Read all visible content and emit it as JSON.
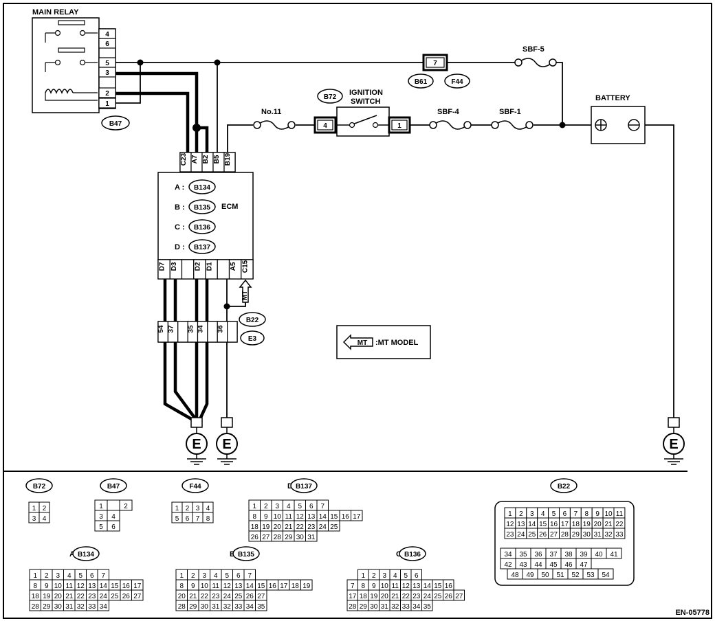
{
  "diagram_id": "EN-05778",
  "main_relay": {
    "title": "MAIN RELAY",
    "pins": [
      "4",
      "6",
      "5",
      "3",
      "2",
      "1"
    ],
    "connector": "B47"
  },
  "ecm": {
    "title": "ECM",
    "top_pins": [
      "C23",
      "A7",
      "B2",
      "B5",
      "B19"
    ],
    "bottom_pins": [
      "D7",
      "D3",
      "",
      "D2",
      "D1",
      "",
      "A5",
      "C15"
    ],
    "connectors": [
      {
        "letter": "A :",
        "name": "B134"
      },
      {
        "letter": "B :",
        "name": "B135"
      },
      {
        "letter": "C :",
        "name": "B136"
      },
      {
        "letter": "D :",
        "name": "B137"
      }
    ]
  },
  "ignition": {
    "label_ref": "B72",
    "label_line1": "IGNITION",
    "label_line2": "SWITCH",
    "left_pin": "4",
    "right_pin": "1"
  },
  "fuses": {
    "no11": "No.11",
    "sbf4": "SBF-4",
    "sbf1": "SBF-1",
    "sbf5": "SBF-5"
  },
  "top_connector": {
    "pin": "7",
    "refs": [
      "B61",
      "F44"
    ]
  },
  "battery": {
    "title": "BATTERY",
    "plus": "+",
    "minus": "−"
  },
  "mt": {
    "tag": "MT",
    "model_text": ":MT MODEL"
  },
  "b22_e3": {
    "top_ref": "B22",
    "bottom_ref": "E3",
    "pins": [
      "54",
      "37",
      "",
      "35",
      "34",
      "",
      "36",
      ""
    ]
  },
  "ground_symbol": "E",
  "connector_views": {
    "b72": {
      "name": "B72",
      "rows": [
        [
          "1",
          "2"
        ],
        [
          "3",
          "4"
        ]
      ]
    },
    "b47": {
      "name": "B47",
      "rows": [
        [
          "1",
          "",
          "2"
        ],
        [
          "3",
          "4"
        ],
        [
          "5",
          "6"
        ]
      ]
    },
    "f44": {
      "name": "F44",
      "rows": [
        [
          "1",
          "2",
          "3",
          "4"
        ],
        [
          "5",
          "6",
          "7",
          "8"
        ]
      ]
    },
    "d_b137": {
      "letter": "D :",
      "name": "B137",
      "rows": [
        [
          "1",
          "2",
          "3",
          "4",
          "5",
          "6",
          "7"
        ],
        [
          "8",
          "9",
          "10",
          "11",
          "12",
          "13",
          "14",
          "15",
          "16",
          "17"
        ],
        [
          "18",
          "19",
          "20",
          "21",
          "22",
          "23",
          "24",
          "25"
        ],
        [
          "26",
          "27",
          "28",
          "29",
          "30",
          "31"
        ]
      ]
    },
    "a_b134": {
      "letter": "A :",
      "name": "B134",
      "rows": [
        [
          "1",
          "2",
          "3",
          "4",
          "5",
          "6",
          "7"
        ],
        [
          "8",
          "9",
          "10",
          "11",
          "12",
          "13",
          "14",
          "15",
          "16",
          "17"
        ],
        [
          "18",
          "19",
          "20",
          "21",
          "22",
          "23",
          "24",
          "25",
          "26",
          "27"
        ],
        [
          "28",
          "29",
          "30",
          "31",
          "32",
          "33",
          "34"
        ]
      ]
    },
    "b_b135": {
      "letter": "B :",
      "name": "B135",
      "rows": [
        [
          "1",
          "2",
          "3",
          "4",
          "5",
          "6",
          "7"
        ],
        [
          "8",
          "9",
          "10",
          "11",
          "12",
          "13",
          "14",
          "15",
          "16",
          "17",
          "18",
          "19"
        ],
        [
          "20",
          "21",
          "22",
          "23",
          "24",
          "25",
          "26",
          "27"
        ],
        [
          "28",
          "29",
          "30",
          "31",
          "32",
          "33",
          "34",
          "35"
        ]
      ]
    },
    "c_b136": {
      "letter": "C :",
      "name": "B136",
      "rows": [
        [
          "1",
          "2",
          "3",
          "4",
          "5",
          "6"
        ],
        [
          "7",
          "8",
          "9",
          "10",
          "11",
          "12",
          "13",
          "14",
          "15",
          "16"
        ],
        [
          "17",
          "18",
          "19",
          "20",
          "21",
          "22",
          "23",
          "24",
          "25",
          "26",
          "27"
        ],
        [
          "28",
          "29",
          "30",
          "31",
          "32",
          "33",
          "34",
          "35"
        ]
      ]
    },
    "b22": {
      "name": "B22",
      "rows": [
        [
          "1",
          "2",
          "3",
          "4",
          "5",
          "6",
          "7",
          "8",
          "9",
          "10",
          "11"
        ],
        [
          "12",
          "13",
          "14",
          "15",
          "16",
          "17",
          "18",
          "19",
          "20",
          "21",
          "22"
        ],
        [
          "23",
          "24",
          "25",
          "26",
          "27",
          "28",
          "29",
          "30",
          "31",
          "32",
          "33"
        ],
        [
          "34",
          "35",
          "36",
          "37",
          "38",
          "39",
          "40",
          "41"
        ],
        [
          "42",
          "43",
          "44",
          "45",
          "46",
          "47"
        ],
        [
          "48",
          "49",
          "50",
          "51",
          "52",
          "53",
          "54"
        ]
      ]
    }
  }
}
